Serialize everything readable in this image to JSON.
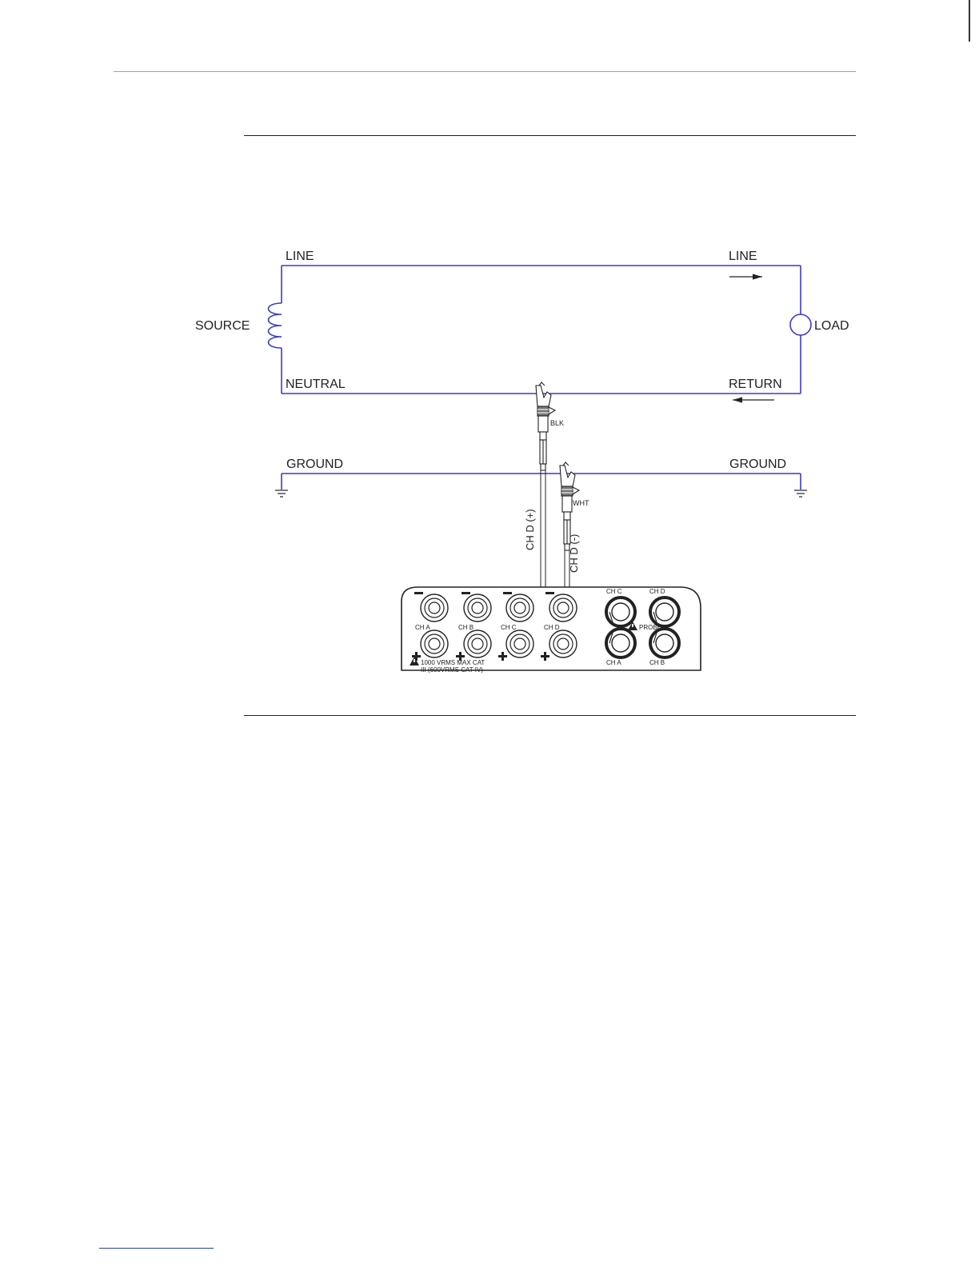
{
  "diagram": {
    "labels": {
      "line_left": "LINE",
      "line_right": "LINE",
      "source": "SOURCE",
      "load": "LOAD",
      "neutral": "NEUTRAL",
      "return": "RETURN",
      "ground_left": "GROUND",
      "ground_right": "GROUND",
      "blk": "BLK",
      "wht": "WHT",
      "chd_plus": "CH D (+)",
      "chd_minus": "CH D (-)"
    },
    "instrument": {
      "ch_a": "CH A",
      "ch_b": "CH B",
      "ch_c": "CH C",
      "ch_d": "CH D",
      "probes": "PROBES",
      "rating_line1": "1000 VRMS MAX CAT",
      "rating_line2": "III (600VRMS CAT IV)"
    },
    "colors": {
      "wire": "#3a3ad0",
      "ink": "#222222",
      "header_rule": "#38c8e8"
    }
  }
}
